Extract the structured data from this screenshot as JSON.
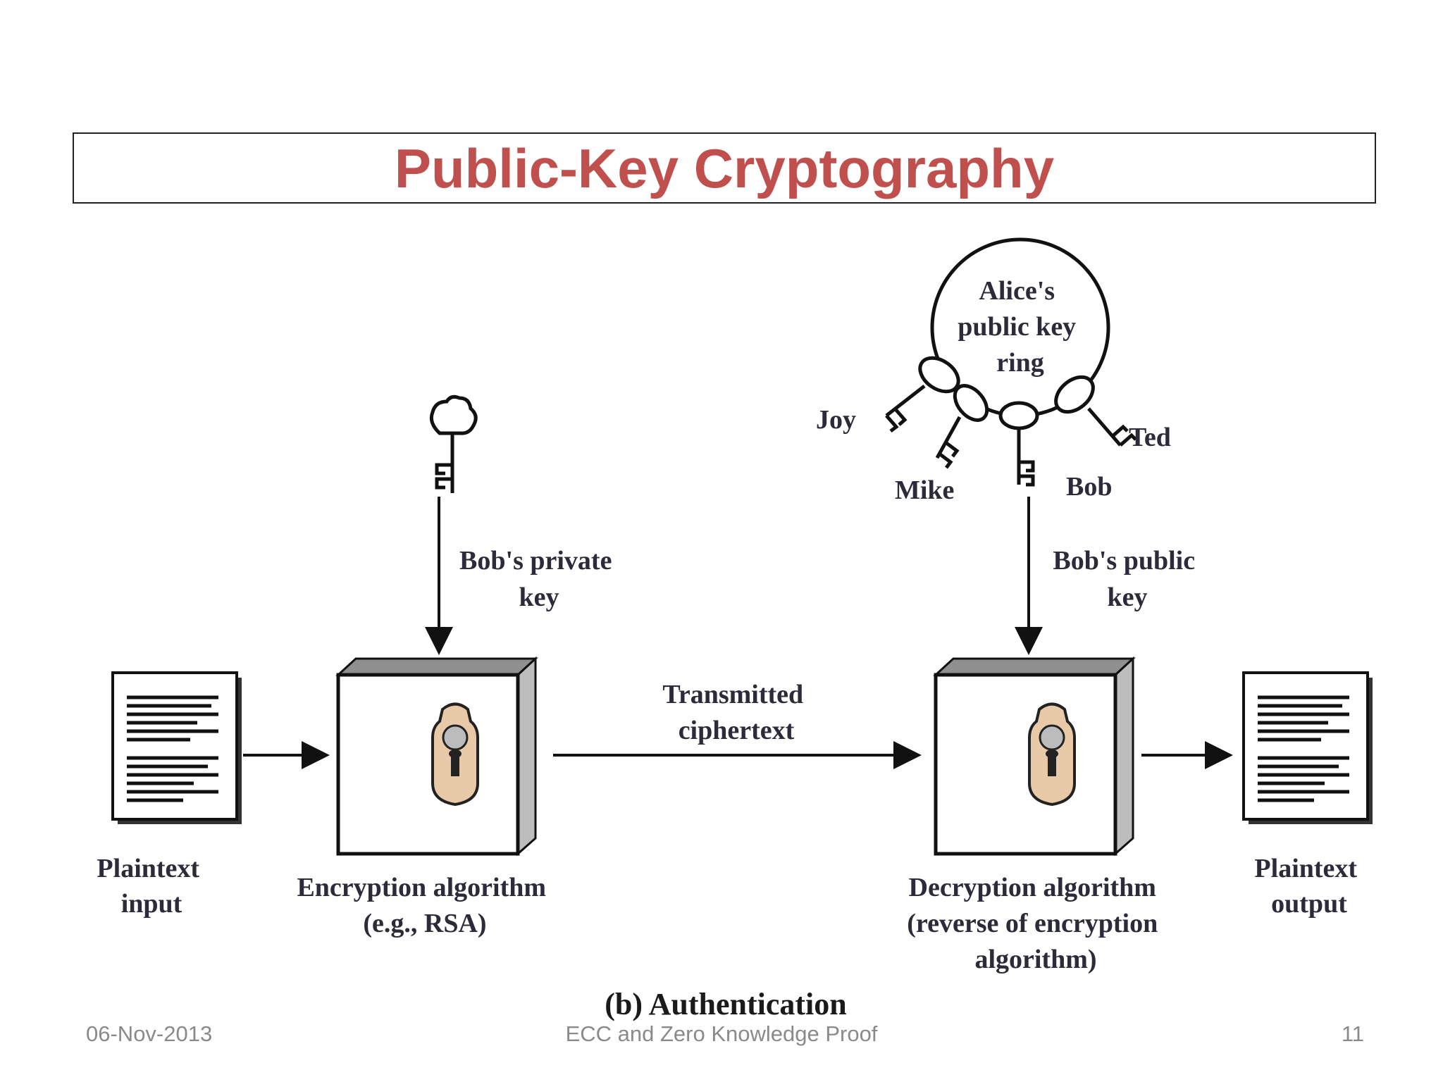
{
  "title": "Public-Key Cryptography",
  "colors": {
    "title": "#c0504d",
    "line": "#111111",
    "lock_body": "#e8c9a8"
  },
  "labels": {
    "bobs_private_key": [
      "Bob's private",
      "key"
    ],
    "alices_ring": [
      "Alice's",
      "public key",
      "ring"
    ],
    "key_joy": "Joy",
    "key_mike": "Mike",
    "key_bob": "Bob",
    "key_ted": "Ted",
    "bobs_public_key": [
      "Bob's public",
      "key"
    ],
    "transmitted": [
      "Transmitted",
      "ciphertext"
    ],
    "plaintext_input": [
      "Plaintext",
      "input"
    ],
    "encryption": [
      "Encryption algorithm",
      "(e.g., RSA)"
    ],
    "decryption": [
      "Decryption algorithm",
      "(reverse of encryption",
      "algorithm)"
    ],
    "plaintext_output": [
      "Plaintext",
      "output"
    ],
    "caption": "(b) Authentication"
  },
  "footer": {
    "date": "06-Nov-2013",
    "center": "ECC and Zero Knowledge Proof",
    "page": "11"
  }
}
